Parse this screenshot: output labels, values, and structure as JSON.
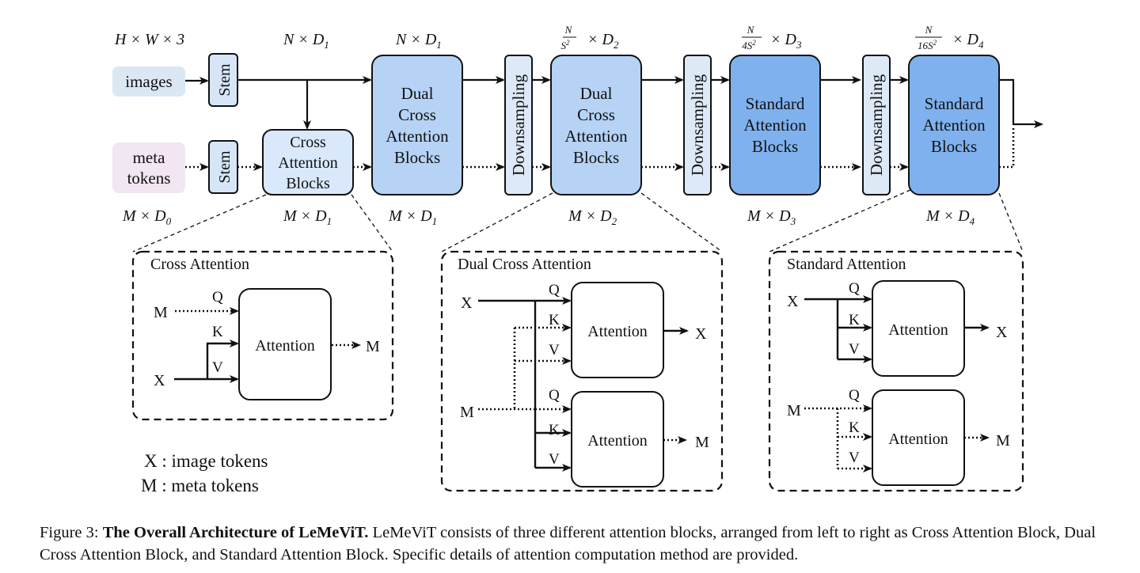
{
  "colors": {
    "images_fill": "#dbe8f4",
    "meta_fill": "#f1e6f1",
    "stem_fill": "#d6e6f6",
    "cross_fill": "#d9e8fb",
    "dual_fill": "#b6d3f6",
    "standard_fill": "#7fb1ee",
    "downsampling_fill": "#dde9f7",
    "stroke": "#111111"
  },
  "inputs": {
    "images": "images",
    "meta_line1": "meta",
    "meta_line2": "tokens"
  },
  "stem_label": "Stem",
  "downsampling_label": "Downsampling",
  "blocks": {
    "cross": [
      "Cross",
      "Attention",
      "Blocks"
    ],
    "dual": [
      "Dual",
      "Cross",
      "Attention",
      "Blocks"
    ],
    "standard": [
      "Standard",
      "Attention",
      "Blocks"
    ]
  },
  "dims_top": {
    "input": "H × W × 3",
    "stage1": "N × D",
    "stage1_sub": "1",
    "stage1b": "N × D",
    "stage1b_sub": "1",
    "stage2_frac_num": "N",
    "stage2_frac_den": "S",
    "stage2_frac_den_sup": "2",
    "stage2_tail": "× D",
    "stage2_sub": "2",
    "stage3_frac_num": "N",
    "stage3_frac_den": "4S",
    "stage3_frac_den_sup": "2",
    "stage3_tail": "× D",
    "stage3_sub": "3",
    "stage4_frac_num": "N",
    "stage4_frac_den": "16S",
    "stage4_frac_den_sup": "2",
    "stage4_tail": "× D",
    "stage4_sub": "4"
  },
  "dims_bottom": {
    "d0": "M × D",
    "d0_sub": "0",
    "d1a": "M × D",
    "d1a_sub": "1",
    "d1b": "M × D",
    "d1b_sub": "1",
    "d2": "M × D",
    "d2_sub": "2",
    "d3": "M × D",
    "d3_sub": "3",
    "d4": "M × D",
    "d4_sub": "4"
  },
  "details": {
    "cross_title": "Cross Attention",
    "dual_title": "Dual Cross Attention",
    "standard_title": "Standard Attention",
    "attention": "Attention",
    "q": "Q",
    "k": "K",
    "v": "V",
    "x": "X",
    "m": "M"
  },
  "legend": {
    "x_line": "X : image tokens",
    "m_line": "M : meta tokens"
  },
  "caption": {
    "prefix": "Figure 3: ",
    "bold": "The Overall Architecture of LeMeViT.",
    "text": " LeMeViT consists of three different attention blocks, arranged from left to right as Cross Attention Block, Dual Cross Attention Block, and Standard Attention Block. Specific details of attention computation method are provided."
  }
}
